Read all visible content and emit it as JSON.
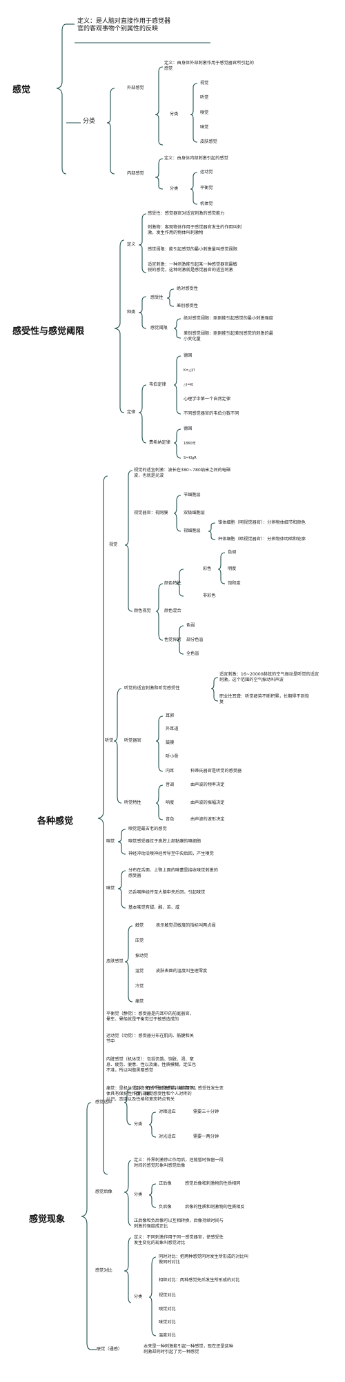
{
  "title_note": {
    "line1": "定义：是人脑对直接作用于感觉器",
    "line2": "官的客观事物个别属性的反映"
  },
  "sections": {
    "s1": "感觉",
    "s2": "感受性与感觉阈限",
    "s3": "各种感觉",
    "s4": "感觉现象"
  },
  "s1": {
    "fenlei": "分类",
    "wai": "外部感觉",
    "wai_def1": "定义：由身体外部刺激作用于感觉器官所引起的",
    "wai_def2": "感觉",
    "wai_fenlei": "分类",
    "wai_items": [
      "视觉",
      "听觉",
      "嗅觉",
      "味觉",
      "皮肤感觉"
    ],
    "nei": "内部感觉",
    "nei_def": "定义：由身体内部刺激引起的感觉",
    "nei_fenlei": "分类",
    "nei_items": [
      "运动觉",
      "平衡觉",
      "机体觉"
    ]
  },
  "s2": {
    "dingyi": "定义",
    "d1": "感受性：感觉器官对适宜刺激的感觉能力",
    "d2a": "刺激物：客观物体作用于感觉器官发生的作用叫刺",
    "d2b": "激，发生作用的物体叫刺激物",
    "d3": "感觉阈限：能引起感觉的最小刺激量叫感觉阈限",
    "d4a": "适宜刺激：一种刺激能引起某一种感觉器官最敏",
    "d4b": "锐的感觉，这种刺激就是感觉器官的适宜刺激",
    "zhonglei": "种类",
    "gsx": "感受性",
    "gsx_items": [
      "绝对感受性",
      "差别感受性"
    ],
    "gjyx": "感觉阈限",
    "gjyx1": "绝对感觉阈限：刚刚能引起感觉的最小刺激强度",
    "gjyx2a": "差别感觉阈限：刚刚能引起差别感觉的刺激的最",
    "gjyx2b": "小变化量",
    "dinglv": "定律",
    "weber": "韦伯定律",
    "weber_items": [
      "德国",
      "K=△I/I",
      "△I=KI",
      "心理学中第一个自然定律",
      "不同感觉器官的韦伯分数不同"
    ],
    "fechner": "费希纳定律",
    "fechner_items": [
      "德国",
      "1860年",
      "S=KlgR"
    ]
  },
  "s3": {
    "shijue": "视觉",
    "sj1a": "视觉的适宜刺激：波长在380~780纳米之间的电磁",
    "sj1b": "波，也就是光波",
    "sjqg": "视觉器官：视网膜",
    "sjqg_items": [
      "节细胞层",
      "双极细胞层"
    ],
    "sjxb": "视细胞层",
    "sjxb1": "锥体细胞（明视觉器官）：分辨物体细节和颜色",
    "sjxb2": "杆体细胞（暗视觉器官）：分辨物体明暗和轮廓",
    "ysjj": "颜色视觉",
    "ystx": "颜色特性",
    "caise": "彩色",
    "caise_items": [
      "色调",
      "明度",
      "饱和度"
    ],
    "feicaise": "非彩色",
    "yshh": "颜色混合",
    "sjyc": "色觉异常",
    "sjyc_items": [
      "色弱",
      "部分色盲",
      "全色盲"
    ],
    "tingjue": "听觉",
    "tj_sy": "听觉的适宜刺激和听觉感受性",
    "tj_sy1a": "适宜刺激：16~20000赫兹的空气振动是听觉的适宜",
    "tj_sy1b": "刺激，这个范围的空气振动叫声波",
    "tj_sy2a": "职业性耳聋：听觉疲劳不断积累，长期得不到恢",
    "tj_sy2b": "复",
    "tjqg": "听觉器官",
    "tjqg_items": [
      "耳郭",
      "外耳道",
      "鼓膜",
      "听小骨",
      "内耳"
    ],
    "neier_note": "科蒂氏器官是听觉的感受器",
    "tjtx": "听觉特性",
    "tjtx_items": [
      "音调",
      "响度",
      "音色"
    ],
    "tjtx_notes": [
      "由声波的频率决定",
      "由声波的振幅决定",
      "由声波的波形决定"
    ],
    "xiujue": "嗅觉",
    "xj_items": [
      "嗅觉是最古老的感觉",
      "嗅觉感受器位于鼻腔上部黏膜的嗅细胞",
      "神经冲动沿嗅神经传导至中央后回，产生嗅觉"
    ],
    "weijue": "味觉",
    "wj1a": "分布在舌面、上颚上面的味蕾是接收味觉刺激的",
    "wj1b": "感受器",
    "wj2": "沿舌咽神经传至大脑中央后回，引起味觉",
    "wj3": "基本味觉有甜、酸、苦、咸",
    "pfgj": "皮肤感觉",
    "pf_items": [
      "触觉",
      "压觉",
      "振动觉",
      "温觉",
      "冷觉",
      "痛觉"
    ],
    "pf_chujue_note": "表示触觉灵敏度的指标叫两点阈",
    "pf_wenjue_note": "皮肤表面的温度叫生理零度",
    "phj1": "平衡觉（静觉）：感受器是内耳中的前庭器官，",
    "phj2": "晕车、晕船就是平衡觉过于敏感造成的",
    "ydj1": "运动觉（动觉）：感受器分布在肌肉、筋腱和关",
    "ydj2": "节中",
    "zyj1": "内脏感觉（机体觉）：包括饥饿、饱胀、渴、窒",
    "zyj2": "息、疲劳、便意、性以及痛，性质模糊，定位也",
    "zyj3": "不准，所以叫做黑暗感觉",
    "tj1": "痛觉：是机体受到伤害时产生的感觉，痛觉对机",
    "tj2": "体具有保护性作用，痛觉感受性和个人对疼的",
    "tj3": "认识、态度以及性格和意志特点有关"
  },
  "s4": {
    "gjsy": "感觉适应",
    "sy_def1": "定义：在外界刺激的持续作用下，感受性发生变",
    "sy_def2": "化的现象",
    "sy_fenlei": "分类",
    "sy_an": "对暗适应",
    "sy_an_note": "需要三十分钟",
    "sy_guang": "对光适应",
    "sy_guang_note": "需要一两分钟",
    "hx": "感觉后像",
    "hx_def1": "定义：外界刺激停止作用后，还能暂时保留一段",
    "hx_def2": "时间的感觉形象叫感觉后像",
    "hx_fenlei": "分类",
    "hx_zheng": "正后像",
    "hx_zheng_note": "感觉后像和刺激物的性质相同",
    "hx_fu": "负后像",
    "hx_fu_note": "后像的性质和刺激物的性质相反",
    "hx_n1": "正后像和负后像可以互相转换，后像持续时间与",
    "hx_n2": "刺激的强度成正比",
    "db": "感觉对比",
    "db_def1": "定义：不同刺激作用于同一感觉器官，使感受性",
    "db_def2": "发生变化的现象叫感觉对比",
    "db_fenlei": "分类",
    "db_t1a": "同时对比：把两种感觉同时发生所形成的对比叫",
    "db_t1b": "做同时对比",
    "db_t2": "相继对比：两种感觉先后发生所形成的对比",
    "db_items": [
      "视觉对比",
      "嗅觉对比",
      "味觉对比",
      "温度对比"
    ],
    "lg1": "联觉（通感）",
    "lg_n1": "本来是一种刺激能引起一种感觉，现在还是这种",
    "lg_n2": "刺激却同时引起了另一种感觉"
  }
}
